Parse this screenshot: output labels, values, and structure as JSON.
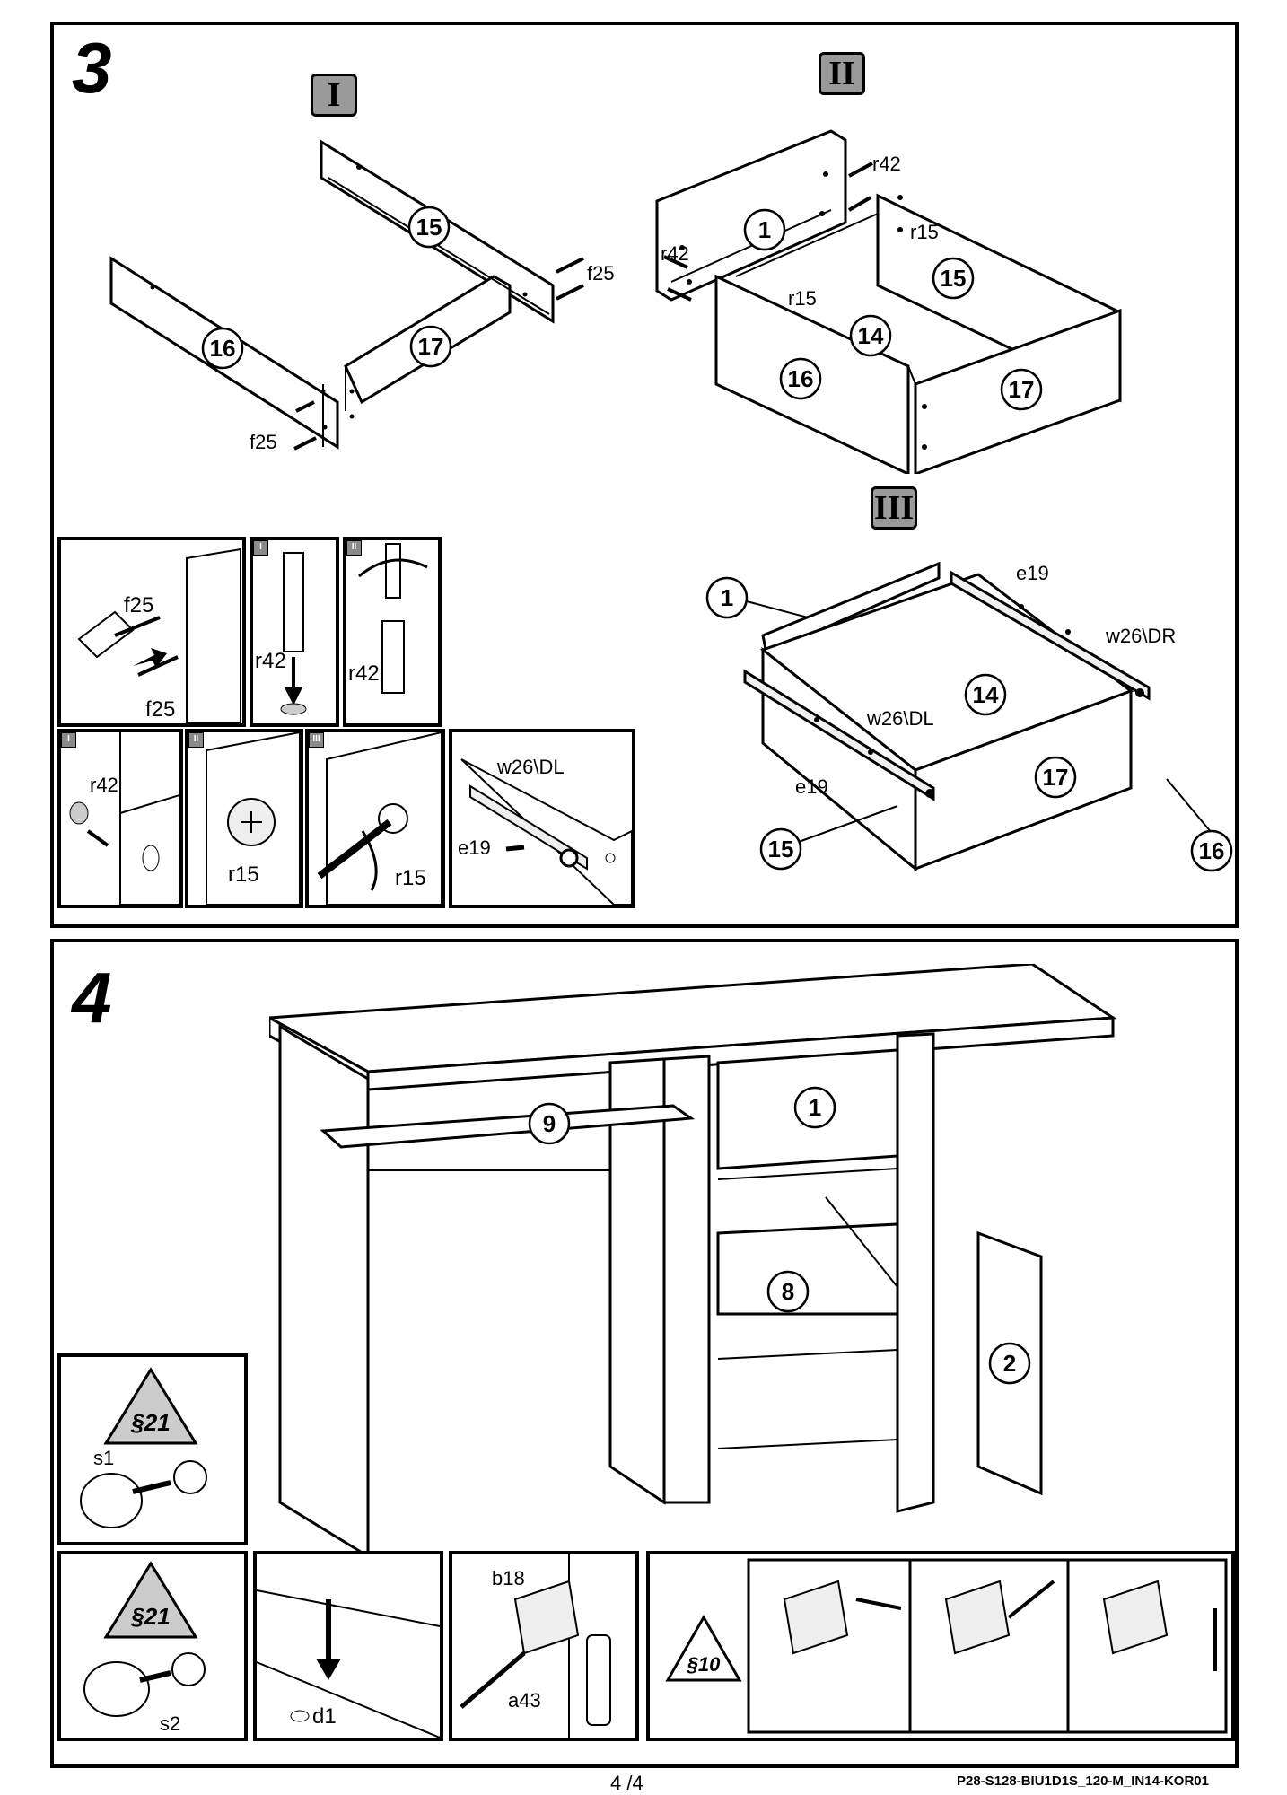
{
  "page": {
    "number": "4 /4",
    "doc_code": "P28-S128-BIU1D1S_120-M_IN14-KOR01"
  },
  "step3": {
    "number": "3",
    "substeps": [
      "I",
      "II",
      "III"
    ],
    "part_labels": {
      "p1": "1",
      "p14": "14",
      "p15": "15",
      "p16": "16",
      "p17": "17"
    },
    "hardware_labels": {
      "f25": "f25",
      "r42": "r42",
      "r15": "r15",
      "e19": "e19",
      "w26dl": "w26\\DL",
      "w26dr": "w26\\DR"
    },
    "inset_tags": [
      "I",
      "II",
      "III"
    ]
  },
  "step4": {
    "number": "4",
    "part_labels": {
      "p1": "1",
      "p2": "2",
      "p8": "8",
      "p9": "9"
    },
    "hardware_labels": {
      "s1": "s1",
      "s2": "s2",
      "d1": "d1",
      "b18": "b18",
      "a43": "a43"
    },
    "sign_labels": {
      "s21": "§21",
      "s10": "§10"
    }
  }
}
